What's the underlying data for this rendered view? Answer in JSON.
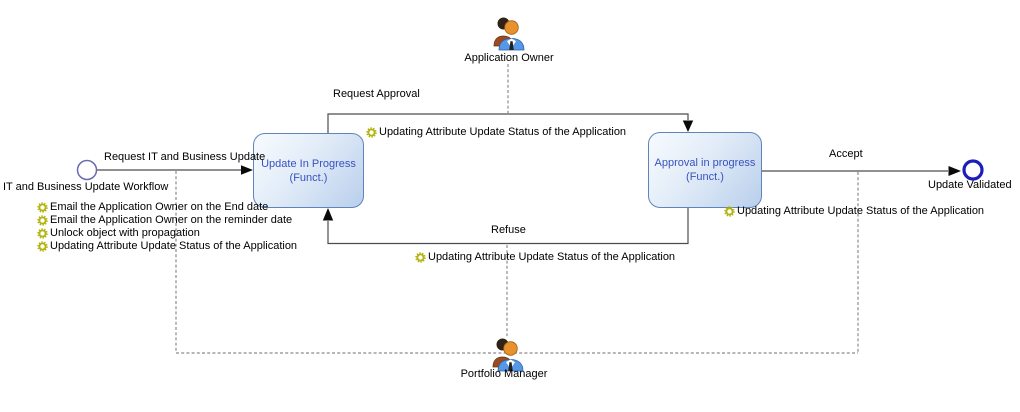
{
  "workflow": {
    "start_label": "IT and Business Update Workflow",
    "end_label": "Update Validated",
    "states": [
      {
        "label": "Update In Progress",
        "type_label": "(Funct.)"
      },
      {
        "label": "Approval in progress",
        "type_label": "(Funct.)"
      }
    ],
    "transitions": {
      "request_it": "Request IT and Business Update",
      "request_approval": "Request Approval",
      "refuse": "Refuse",
      "accept": "Accept"
    },
    "transition_actions": {
      "request_approval": "Updating Attribute Update Status of the Application",
      "refuse": "Updating Attribute Update Status of the Application",
      "accept": "Updating Attribute Update Status of the Application"
    },
    "start_actions": [
      "Email the Application Owner on the End date",
      "Email the Application Owner on the reminder date",
      "Unlock object with propagation",
      "Updating Attribute Update Status of the Application"
    ],
    "actors": {
      "application_owner": "Application Owner",
      "portfolio_manager": "Portfolio Manager"
    }
  },
  "colors": {
    "state_border": "#5f85b8",
    "state_fill_light": "#f7fbfe",
    "state_fill_dark": "#b9cfec",
    "state_text": "#3852c1",
    "start_event_stroke": "#6a6ab0",
    "end_event_stroke": "#1d1dbb",
    "connector": "#4d4d4d",
    "dashed_association": "#8c8c8c",
    "gear_icon": "#b3b30e"
  }
}
